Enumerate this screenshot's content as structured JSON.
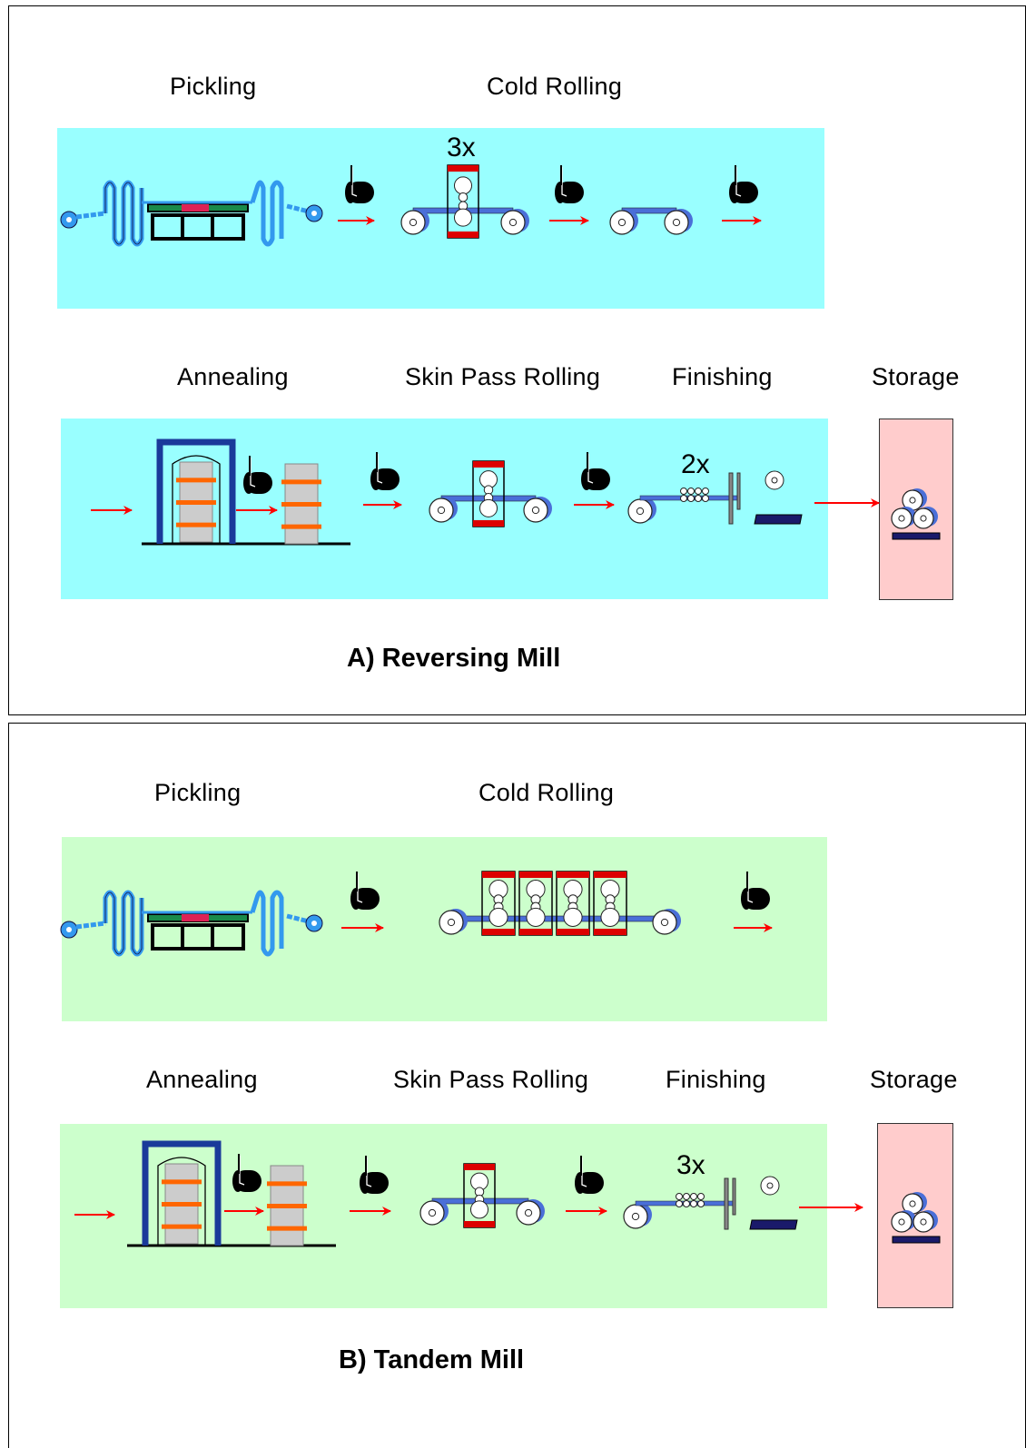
{
  "panel_a": {
    "caption": "A)  Reversing Mill",
    "labels": {
      "pickling": "Pickling",
      "cold_rolling": "Cold Rolling",
      "annealing": "Annealing",
      "skin_pass": "Skin Pass Rolling",
      "finishing": "Finishing",
      "storage": "Storage"
    },
    "cold_rolling_passes": "3x",
    "finishing_passes": "2x",
    "colors": {
      "band": "#99ffff",
      "storage": "#ffcccc"
    }
  },
  "panel_b": {
    "caption": "B)  Tandem Mill",
    "labels": {
      "pickling": "Pickling",
      "cold_rolling": "Cold Rolling",
      "annealing": "Annealing",
      "skin_pass": "Skin Pass Rolling",
      "finishing": "Finishing",
      "storage": "Storage"
    },
    "finishing_passes": "3x",
    "colors": {
      "band": "#ccffcc",
      "storage": "#ffcccc"
    }
  },
  "colors": {
    "flow_arrow": "#ff0000",
    "strip": "#4a6fd8",
    "mill_stand": "#dd0000",
    "furnace": "#1a3a9a",
    "coil_band": "#ff6600",
    "pickling_tank": "#3399ee"
  }
}
